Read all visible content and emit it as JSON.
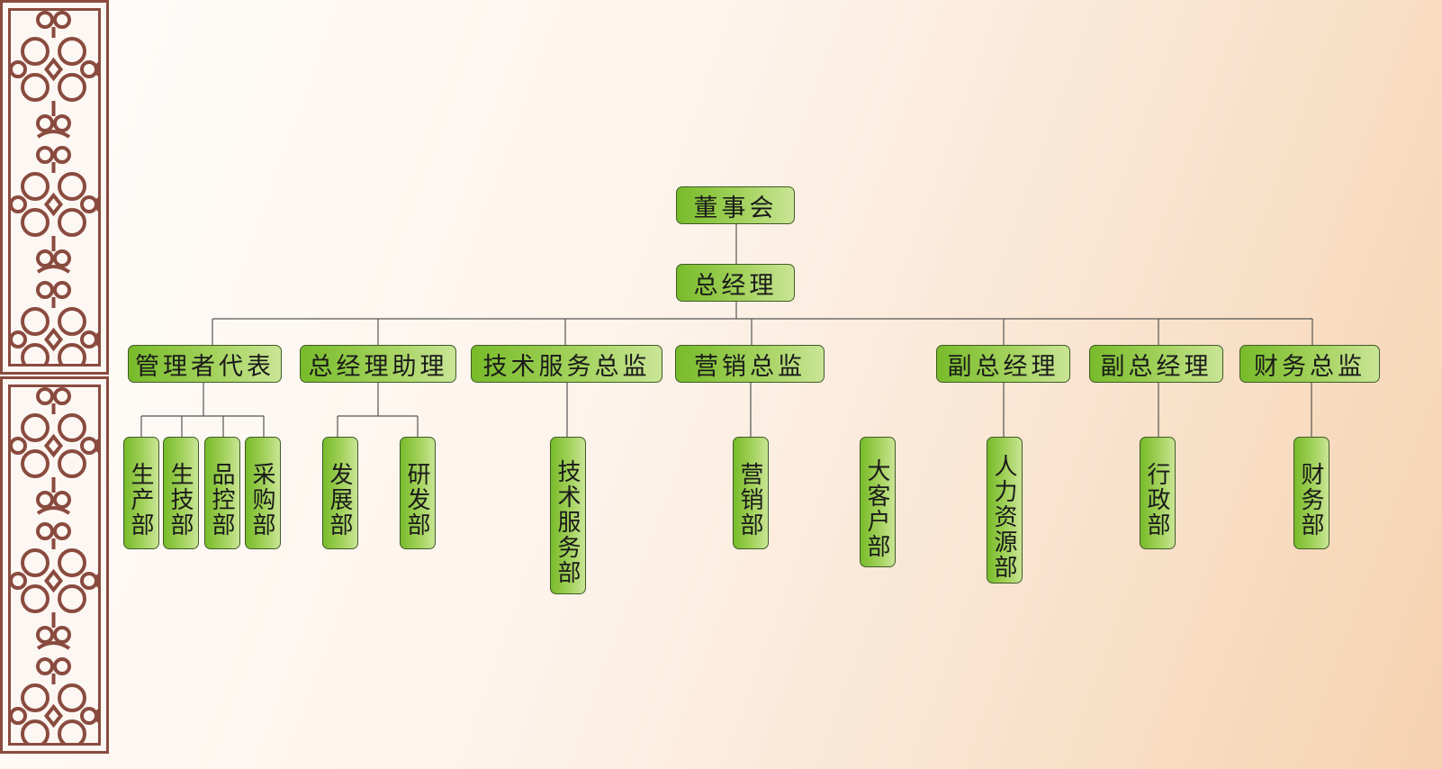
{
  "colors": {
    "box_dark": "#78bb2a",
    "box_light": "#c9e596",
    "ornament": "#8a4b3f",
    "line": "#555555"
  },
  "top": {
    "board": "董事会",
    "gm": "总经理"
  },
  "level2": [
    {
      "label": "管理者代表"
    },
    {
      "label": "总经理助理"
    },
    {
      "label": "技术服务总监"
    },
    {
      "label": "营销总监"
    },
    {
      "label": "副总经理"
    },
    {
      "label": "副总经理"
    },
    {
      "label": "财务总监"
    }
  ],
  "level3": [
    {
      "label": "生产部"
    },
    {
      "label": "生技部"
    },
    {
      "label": "品控部"
    },
    {
      "label": "采购部"
    },
    {
      "label": "发展部"
    },
    {
      "label": "研发部"
    },
    {
      "label": "技术服务部"
    },
    {
      "label": "营销部"
    },
    {
      "label": "大客户部"
    },
    {
      "label": "人力资源部"
    },
    {
      "label": "行政部"
    },
    {
      "label": "财务部"
    }
  ]
}
